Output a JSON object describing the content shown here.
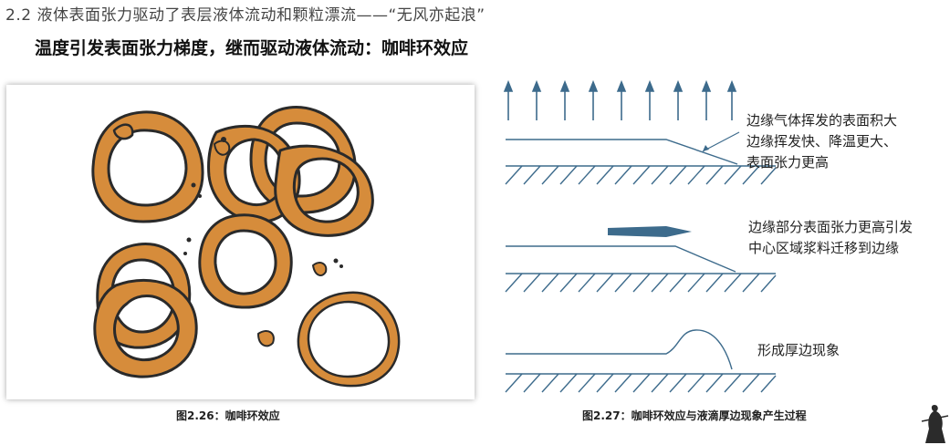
{
  "header": {
    "section_title": "2.2 液体表面张力驱动了表层液体流动和颗粒漂流——“无风亦起浪”",
    "subtitle": "温度引发表面张力梯度，继而驱动液体流动：咖啡环效应"
  },
  "figure_left": {
    "caption": "图2.26：咖啡环效应",
    "ring_color": "#d68c3b",
    "outline_color": "#2a2a2a"
  },
  "figure_right": {
    "caption": "图2.27：咖啡环效应与液滴厚边现象产生过程",
    "arrow_color": "#3d6b8c",
    "annotation_1": [
      "边缘气体挥发的表面积大",
      "边缘挥发快、降温更大、",
      "表面张力更高"
    ],
    "annotation_2": [
      "边缘部分表面张力更高引发",
      "中心区域浆料迁移到边缘"
    ],
    "annotation_3": [
      "形成厚边现象"
    ]
  }
}
